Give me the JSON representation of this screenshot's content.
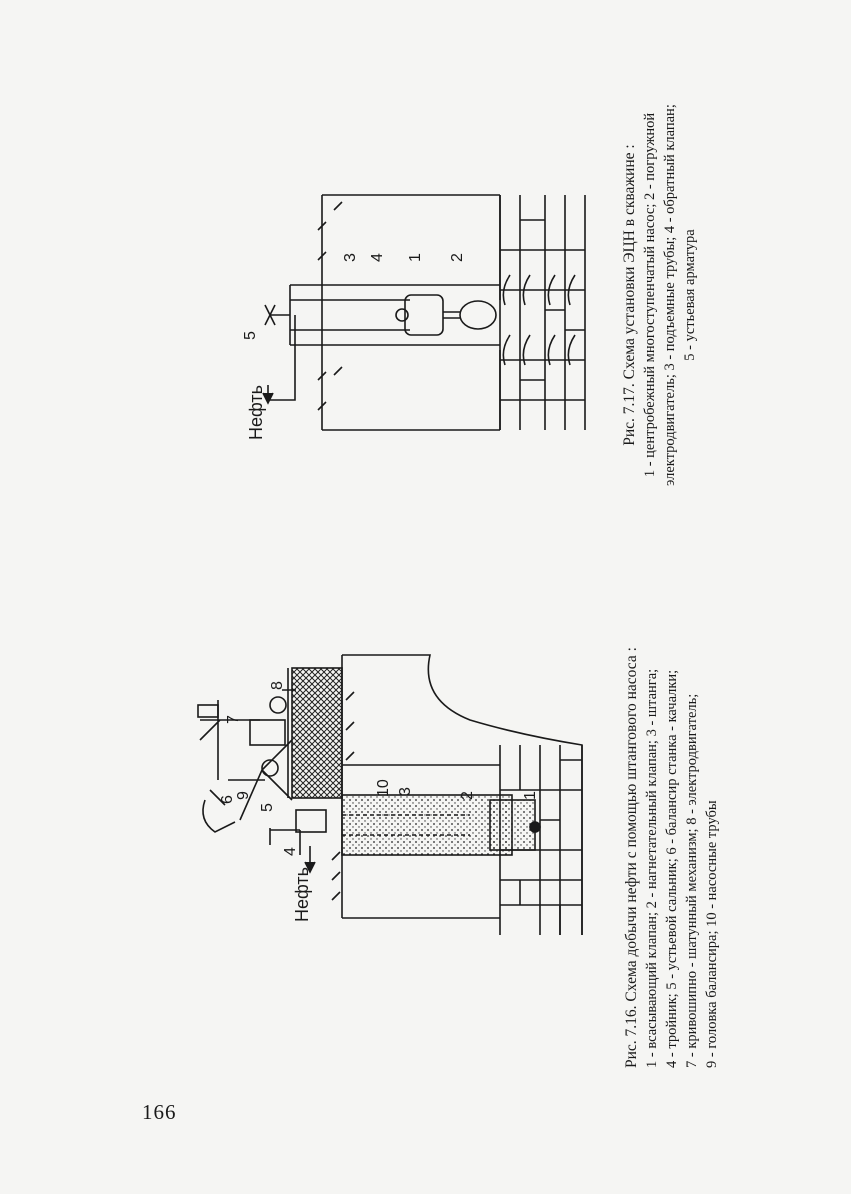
{
  "page_number": "166",
  "figure_716": {
    "title": "Рис. 7.16. Схема добычи нефти с помощью штангового насоса :",
    "legend_lines": [
      "1 - всасывающий клапан; 2 - нагнетательный клапан; 3 - штанга;",
      "4 - тройник; 5 - устьевой сальник; 6 - балансир  станка - качалки;",
      "7 - кривошипно - шатунный  механизм;  8  - электродвигатель;",
      "9 - головка балансира; 10 - насосные трубы"
    ],
    "oil_label": "Нефть",
    "labels": [
      "1",
      "2",
      "3",
      "4",
      "5",
      "6",
      "7",
      "8",
      "9",
      "10"
    ]
  },
  "figure_717": {
    "title": "Рис. 7.17. Схема установки  ЭЦН в скважине :",
    "legend_lines": [
      "1 - центробежный   многоступенчатый   насос; 2 - погружной",
      "электродвигатель; 3 - подъемные трубы; 4 - обратный клапан;",
      "5 - устьевая арматура"
    ],
    "oil_label": "Нефть",
    "labels": [
      "1",
      "2",
      "3",
      "4",
      "5"
    ]
  }
}
